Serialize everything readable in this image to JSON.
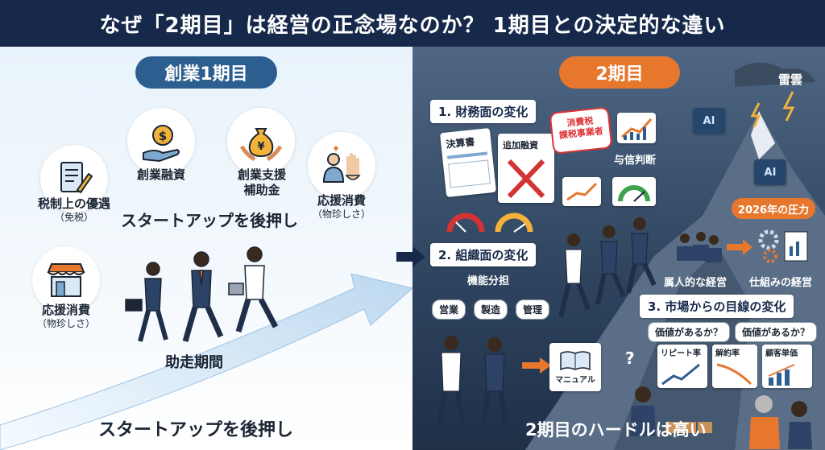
{
  "title": "なぜ「2期目」は経営の正念場なのか？ 1期目との決定的な違い",
  "left": {
    "badge": "創業1期目",
    "items": [
      {
        "label": "創業融資",
        "icon": "yen-coin-hand-icon"
      },
      {
        "label": "創業支援",
        "label2": "補助金",
        "icon": "yen-bag-hands-icon"
      },
      {
        "label": "税制上の優遇",
        "sub": "（免税）",
        "icon": "document-pen-icon"
      },
      {
        "label": "応援消費",
        "sub": "（物珍しさ）",
        "icon": "cheering-people-icon"
      },
      {
        "label": "応援消費",
        "sub": "（物珍しさ）",
        "icon": "storefront-icon"
      }
    ],
    "mid_heading": "スタートアップを後押し",
    "runway": "助走期間",
    "bottom_heading": "スタートアップを後押し"
  },
  "right": {
    "badge": "2期目",
    "cloud_label": "雷雲",
    "section1": {
      "title": "1. 財務面の変化",
      "doc1": "決算書",
      "doc2": "追加融資",
      "stamp_line1": "消費税",
      "stamp_line2": "課税事業者",
      "credit": "与信判断"
    },
    "section2": {
      "title": "2. 組織面の変化",
      "division": "機能分担",
      "roles": [
        "営業",
        "製造",
        "管理"
      ],
      "manual": "マニュアル"
    },
    "pressure": {
      "label": "2026年の圧力",
      "from": "属人的な経営",
      "to": "仕組みの経営"
    },
    "section3": {
      "title": "3. 市場からの目線の変化",
      "q1": "価値があるか？",
      "q2": "価値があるか？",
      "metrics": [
        "リピート率",
        "解約率",
        "顧客単価"
      ]
    },
    "hurdle": "2期目のハードルは高い"
  },
  "colors": {
    "navy": "#17294a",
    "orange": "#e8772e",
    "blue_badge": "#2c5f8f",
    "red": "#d33333"
  }
}
